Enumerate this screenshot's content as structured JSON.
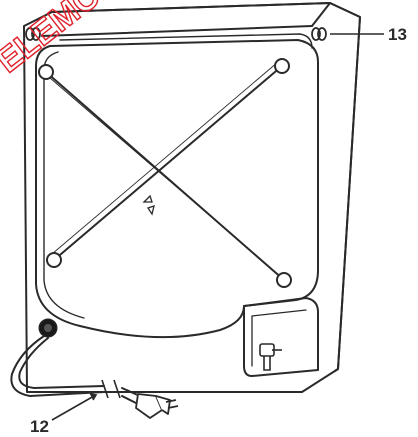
{
  "callouts": {
    "power_cord": "12",
    "transit_bolts": "13"
  },
  "watermark": {
    "text": "ELEMCE"
  },
  "colors": {
    "line": "#2a2a2a",
    "watermark": "#e0202a",
    "background": "#ffffff"
  },
  "icons": {
    "outlet": "hose-outlet-icon",
    "plug": "plug-icon"
  }
}
